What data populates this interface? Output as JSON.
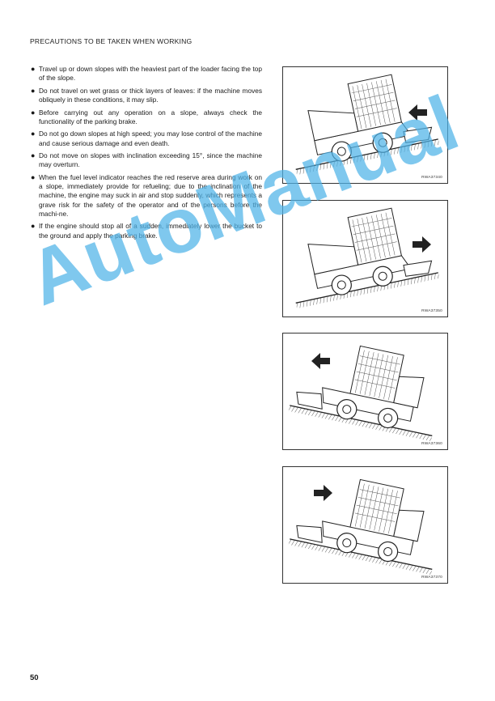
{
  "header": "PRECAUTIONS TO BE TAKEN WHEN WORKING",
  "bullets": [
    "Travel up or down slopes with the heaviest part of the loader facing the top of the slope.",
    "Do not travel on wet grass or thick layers of leaves: if the machine moves obliquely in these conditions, it may slip.",
    "Before carrying out any operation on a slope, always check the functionality of the parking brake.",
    "Do not go down slopes at high speed; you may lose control of the machine and cause serious damage and even death.",
    "Do not move on slopes with inclination exceeding 15°, since the machine may overturn.",
    "When the fuel level indicator reaches the red reserve area during work on a slope, immediately provide for refueling; due to the inclination of the machine, the engine may suck in air and stop suddenly, which represents a grave risk for the safety of the operator and of the persons before the machi-ne.",
    "If the engine should stop all of a sudden, immediately lower the bucket to the ground and apply the parking brake."
  ],
  "figures": [
    {
      "code": "RWA37340",
      "arrow": "left",
      "slope": "up-right"
    },
    {
      "code": "RWA37350",
      "arrow": "right",
      "slope": "up-right"
    },
    {
      "code": "RWA37360",
      "arrow": "left",
      "slope": "up-left"
    },
    {
      "code": "RWA37370",
      "arrow": "right",
      "slope": "up-left"
    }
  ],
  "page_number": "50",
  "watermark": "AutoManual"
}
